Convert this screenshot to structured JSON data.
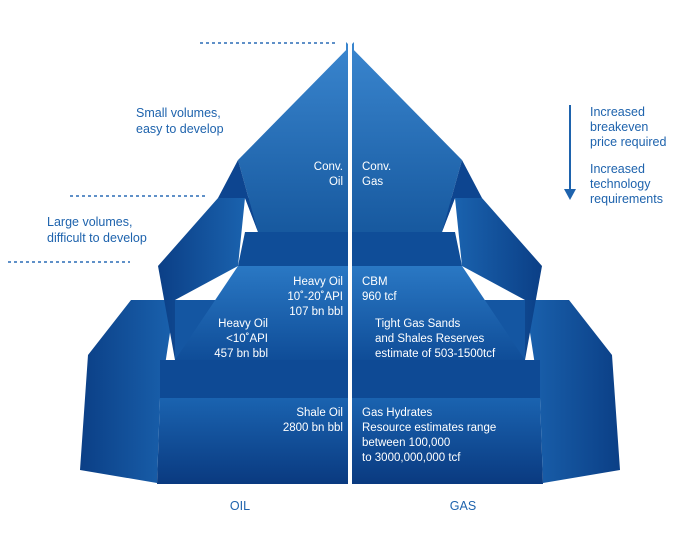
{
  "colors": {
    "dark": "#0a3a7e",
    "mid": "#1459a6",
    "light": "#2a73c0",
    "side": "#0d4893",
    "dash": "#2a6cb6",
    "text_blue": "#1e63ad"
  },
  "left_annotations": {
    "small": [
      "Small volumes,",
      "easy to develop"
    ],
    "large": [
      "Large volumes,",
      "difficult to develop"
    ]
  },
  "right_annotations": {
    "breakeven": [
      "Increased",
      "breakeven",
      "price required"
    ],
    "technology": [
      "Increased",
      "technology",
      "requirements"
    ]
  },
  "oil": {
    "conv": [
      "Conv.",
      "Oil"
    ],
    "heavy_1": [
      "Heavy Oil",
      "10˚-20˚API",
      "107 bn bbl"
    ],
    "heavy_2": [
      "Heavy Oil",
      "<10˚API",
      "457 bn bbl"
    ],
    "shale": [
      "Shale Oil",
      "2800 bn bbl"
    ]
  },
  "gas": {
    "conv": [
      "Conv.",
      "Gas"
    ],
    "cbm": [
      "CBM",
      "960 tcf"
    ],
    "tight": [
      "Tight Gas Sands",
      "and Shales Reserves",
      "estimate of 503-1500tcf"
    ],
    "hydrates": [
      "Gas Hydrates",
      "Resource estimates range",
      "between  100,000",
      "to 3000,000,000 tcf"
    ]
  },
  "bottom_labels": {
    "oil": "OIL",
    "gas": "GAS"
  }
}
